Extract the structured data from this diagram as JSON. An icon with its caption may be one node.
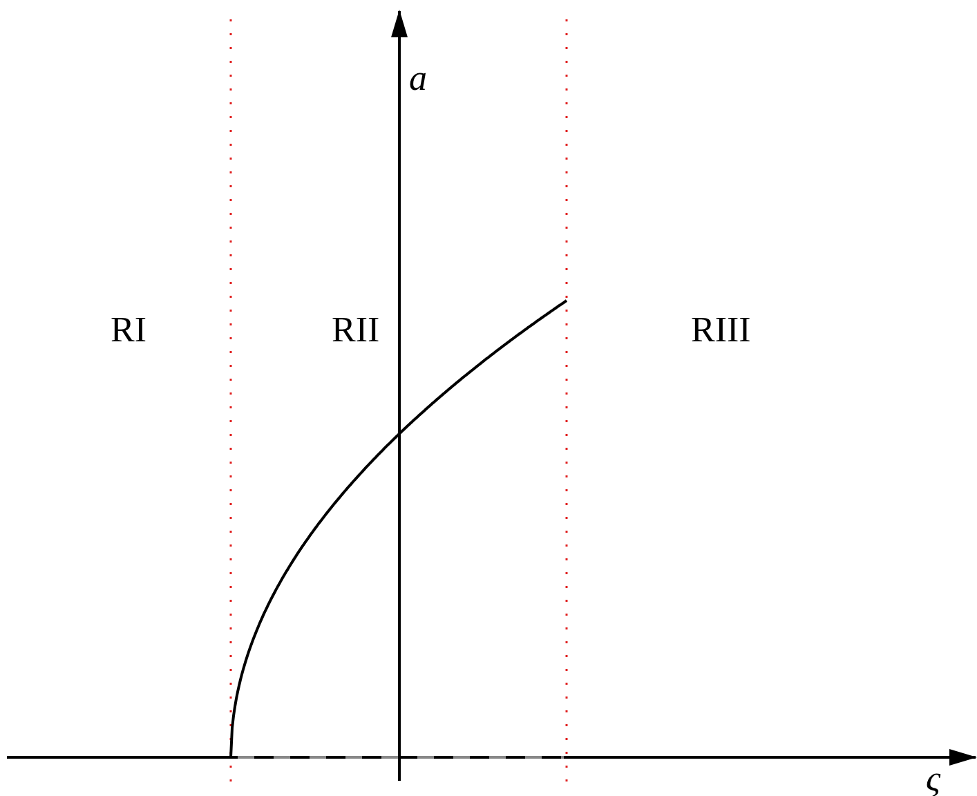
{
  "diagram": {
    "labels": [
      "a",
      "RI",
      "RII",
      "RIII",
      "ς"
    ]
  }
}
